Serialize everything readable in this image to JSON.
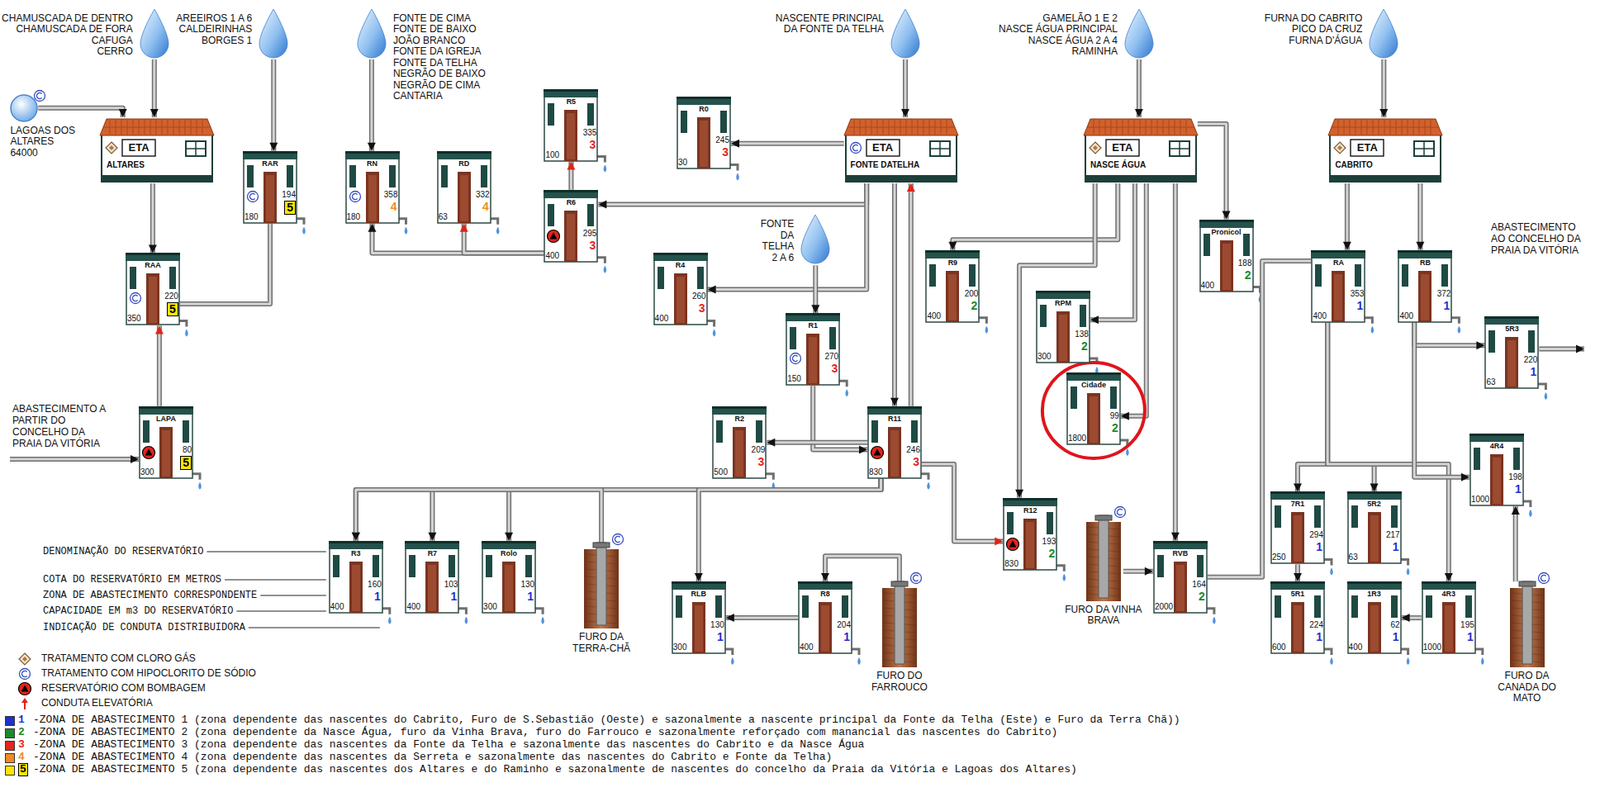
{
  "diagram": {
    "nodes": [
      {
        "text": [
          "CHAMUSCADA DE DENTRO",
          "CHAMUSCADA DE FORA",
          "CAFUGA",
          "CERRO"
        ]
      },
      {
        "text": [
          "LAGOAS DOS ALTARES",
          "64000"
        ]
      },
      {
        "text": [
          "AREEIROS 1 A 6",
          "CALDEIRINHAS",
          "BORGES 1"
        ]
      },
      {
        "text": [
          "FONTE DE CIMA",
          "FONTE DE BAIXO",
          "JOÃO BRANCO",
          "FONTE DA IGREJA",
          "FONTE DA TELHA",
          "NEGRÃO DE BAIXO",
          "NEGRÃO DE CIMA",
          "CANTARIA"
        ]
      },
      {
        "text": [
          "NASCENTE PRINCIPAL DA FONTE DA TELHA"
        ]
      },
      {
        "text": [
          "GAMELÃO 1 E 2",
          "NASCE ÁGUA PRINCIPAL",
          "NASCE ÁGUA 2 A 4",
          "RAMINHA"
        ]
      },
      {
        "text": [
          "FURNA DO CABRITO",
          "PICO DA CRUZ",
          "FURNA D'ÁGUA"
        ]
      },
      {
        "text": [
          "ETA",
          "ALTARES"
        ]
      },
      {
        "text": [
          "RAR",
          "180",
          "194",
          "5"
        ]
      },
      {
        "text": [
          "RN",
          "180",
          "358",
          "4"
        ]
      },
      {
        "text": [
          "RD",
          "63",
          "332",
          "4"
        ]
      },
      {
        "text": [
          "R5",
          "100",
          "335",
          "3"
        ]
      },
      {
        "text": [
          "R6",
          "400",
          "295",
          "3"
        ]
      },
      {
        "text": [
          "R0",
          "30",
          "245",
          "3"
        ]
      },
      {
        "text": [
          "ETA",
          "FONTE DATELHA"
        ]
      },
      {
        "text": [
          "ETA",
          "NASCE ÁGUA"
        ]
      },
      {
        "text": [
          "ETA",
          "CABRITO"
        ]
      },
      {
        "text": [
          "FONTE DA TELHA 2 A 6"
        ]
      },
      {
        "text": [
          "RAA",
          "350",
          "220",
          "5"
        ]
      },
      {
        "text": [
          "R4",
          "400",
          "260",
          "3"
        ]
      },
      {
        "text": [
          "R9",
          "400",
          "200",
          "2"
        ]
      },
      {
        "text": [
          "Pronicol",
          "400",
          "188",
          "2"
        ]
      },
      {
        "text": [
          "RA",
          "400",
          "353",
          "1"
        ]
      },
      {
        "text": [
          "RB",
          "400",
          "372",
          "1"
        ]
      },
      {
        "text": [
          "5R3",
          "63",
          "220",
          "1"
        ]
      },
      {
        "text": [
          "RPM",
          "300",
          "138",
          "2"
        ]
      },
      {
        "text": [
          "R1",
          "150",
          "270",
          "3"
        ]
      },
      {
        "text": [
          "Cidade",
          "1800",
          "99",
          "2"
        ]
      },
      {
        "text": [
          "LAPA",
          "300",
          "80",
          "5"
        ]
      },
      {
        "text": [
          "R2",
          "500",
          "209",
          "3"
        ]
      },
      {
        "text": [
          "R11",
          "830",
          "246",
          "3"
        ]
      },
      {
        "text": [
          "4R4",
          "1000",
          "198",
          "1"
        ]
      },
      {
        "text": [
          "R12",
          "830",
          "193",
          "2"
        ]
      },
      {
        "text": [
          "7R1",
          "250",
          "294",
          "1"
        ]
      },
      {
        "text": [
          "5R2",
          "63",
          "217",
          "1"
        ]
      },
      {
        "text": [
          "R3",
          "400",
          "160",
          "1"
        ]
      },
      {
        "text": [
          "R7",
          "400",
          "103",
          "1"
        ]
      },
      {
        "text": [
          "Rolo",
          "300",
          "130",
          "1"
        ]
      },
      {
        "text": [
          "FURO DA TERRA-CHÃ"
        ]
      },
      {
        "text": [
          "RVB",
          "2000",
          "164",
          "2"
        ]
      },
      {
        "text": [
          "FURO DA VINHA BRAVA"
        ]
      },
      {
        "text": [
          "RLB",
          "300",
          "130",
          "1"
        ]
      },
      {
        "text": [
          "R8",
          "400",
          "204",
          "1"
        ]
      },
      {
        "text": [
          "FURO DO FARROUCO"
        ]
      },
      {
        "text": [
          "5R1",
          "600",
          "224",
          "1"
        ]
      },
      {
        "text": [
          "1R3",
          "400",
          "62",
          "1"
        ]
      },
      {
        "text": [
          "4R3",
          "1000",
          "195",
          "1"
        ]
      },
      {
        "text": [
          "FURO DA CANADA DO MATO"
        ]
      }
    ],
    "edges": [
      {
        "from": 1,
        "to": 7,
        "arrow": "to"
      },
      {
        "from": 0,
        "to": 7,
        "arrow": "to"
      },
      {
        "from": 7,
        "to": 18,
        "arrow": "to"
      },
      {
        "from": 28,
        "to": 18,
        "arrow": "to"
      },
      {
        "from": 18,
        "to": 8,
        "arrow": "none"
      },
      {
        "from": 2,
        "to": 8,
        "arrow": "to"
      },
      {
        "from": 3,
        "to": 9,
        "arrow": "to"
      },
      {
        "from": 12,
        "to": 9,
        "arrow": "to"
      },
      {
        "from": 12,
        "to": 10,
        "arrow": "to"
      },
      {
        "from": 12,
        "to": 11,
        "arrow": "to"
      },
      {
        "from": 14,
        "to": 12,
        "arrow": "to"
      },
      {
        "from": 14,
        "to": 13,
        "arrow": "to"
      },
      {
        "from": 14,
        "to": 19,
        "arrow": "to"
      },
      {
        "from": 4,
        "to": 14,
        "arrow": "to"
      },
      {
        "from": 14,
        "to": 30,
        "arrow": "to"
      },
      {
        "from": 30,
        "to": 14,
        "arrow": "to"
      },
      {
        "from": 17,
        "to": 26,
        "arrow": "to"
      },
      {
        "from": 26,
        "to": 30,
        "arrow": "to"
      },
      {
        "from": 30,
        "to": 29,
        "arrow": "to"
      },
      {
        "from": 30,
        "to": 35,
        "arrow": "to"
      },
      {
        "from": 30,
        "to": 36,
        "arrow": "to"
      },
      {
        "from": 30,
        "to": 37,
        "arrow": "to"
      },
      {
        "from": 30,
        "to": 41,
        "arrow": "to"
      },
      {
        "from": 42,
        "to": 41,
        "arrow": "to"
      },
      {
        "from": 38,
        "to": 35,
        "arrow": "to"
      },
      {
        "from": 43,
        "to": 42,
        "arrow": "to"
      },
      {
        "from": 30,
        "to": 32,
        "arrow": "to"
      },
      {
        "from": 15,
        "to": 20,
        "arrow": "to"
      },
      {
        "from": 15,
        "to": 32,
        "arrow": "to"
      },
      {
        "from": 15,
        "to": 25,
        "arrow": "to"
      },
      {
        "from": 15,
        "to": 27,
        "arrow": "to"
      },
      {
        "from": 15,
        "to": 39,
        "arrow": "to"
      },
      {
        "from": 15,
        "to": 21,
        "arrow": "to"
      },
      {
        "from": 5,
        "to": 15,
        "arrow": "to"
      },
      {
        "from": 40,
        "to": 39,
        "arrow": "to"
      },
      {
        "from": 22,
        "to": 39,
        "arrow": "none"
      },
      {
        "from": 6,
        "to": 16,
        "arrow": "to"
      },
      {
        "from": 16,
        "to": 22,
        "arrow": "to"
      },
      {
        "from": 16,
        "to": 23,
        "arrow": "to"
      },
      {
        "from": 22,
        "to": 33,
        "arrow": "to"
      },
      {
        "from": 22,
        "to": 34,
        "arrow": "to"
      },
      {
        "from": 22,
        "to": 46,
        "arrow": "to"
      },
      {
        "from": 33,
        "to": 44,
        "arrow": "to"
      },
      {
        "from": 46,
        "to": 45,
        "arrow": "to"
      },
      {
        "from": 23,
        "to": 24,
        "arrow": "to"
      },
      {
        "from": 23,
        "to": 31,
        "arrow": "to"
      },
      {
        "from": 47,
        "to": 31,
        "arrow": "to"
      }
    ],
    "labels": [
      "ABASTECIMENTO A PARTIR DO CONCELHO DA PRAIA DA VITÓRIA",
      "ABASTECIMENTO AO CONCELHO DA PRAIA DA VITÓRIA",
      "DENOMINAÇÃO DO RESERVATÓRIO",
      "COTA DO RESERVATÓRIO EM METROS",
      "ZONA DE ABASTECIMENTO CORRESPONDENTE",
      "CAPACIDADE EM m3 DO RESERVATÓRIO",
      "INDICAÇÃO DE CONDUTA DISTRIBUIDORA",
      "1",
      "2",
      "3",
      "4",
      "5"
    ],
    "legend": [
      {
        "text": "TRATAMENTO COM CLORO GÁS"
      },
      {
        "text": "TRATAMENTO COM HIPOCLORITO DE SÓDIO"
      },
      {
        "text": "RESERVATÓRIO COM BOMBAGEM"
      },
      {
        "text": "CONDUTA ELEVATÓRIA"
      },
      {
        "text": "-ZONA DE ABASTECIMENTO 1 (zona dependente das nascentes do Cabrito, Furo de S.Sebastião (Oeste) e sazonalmente a nascente principal da Fonte da Telha (Este) e Furo da Terra Chã))",
        "color": "#1f2fd0"
      },
      {
        "text": "-ZONA DE ABASTECIMENTO 2 (zona dependente da Nasce Água, furo da Vinha Brava, furo do Farrouco e sazonalmente reforçado com manancial das nascentes do Cabrito)",
        "color": "#1b8a2a"
      },
      {
        "text": "-ZONA DE ABASTECIMENTO 3 (zona dependente das nascentes da Fonte da Telha e sazonalmente das nascentes do Cabrito e da Nasce Água",
        "color": "#e3261f"
      },
      {
        "text": "-ZONA DE ABASTECIMENTO 4 (zona dependente das nascentes da Serreta e sazonalmente das nascentes do Cabrito e Fonte da Telha)",
        "color": "#f08a24"
      },
      {
        "text": "-ZONA DE ABASTECIMENTO 5 (zona dependente das nascentes dos Altares e do Raminho e sazonalmente de nascentes do concelho da Praia da Vitória e Lagoas dos Altares)",
        "color": "#ffe600"
      }
    ]
  }
}
